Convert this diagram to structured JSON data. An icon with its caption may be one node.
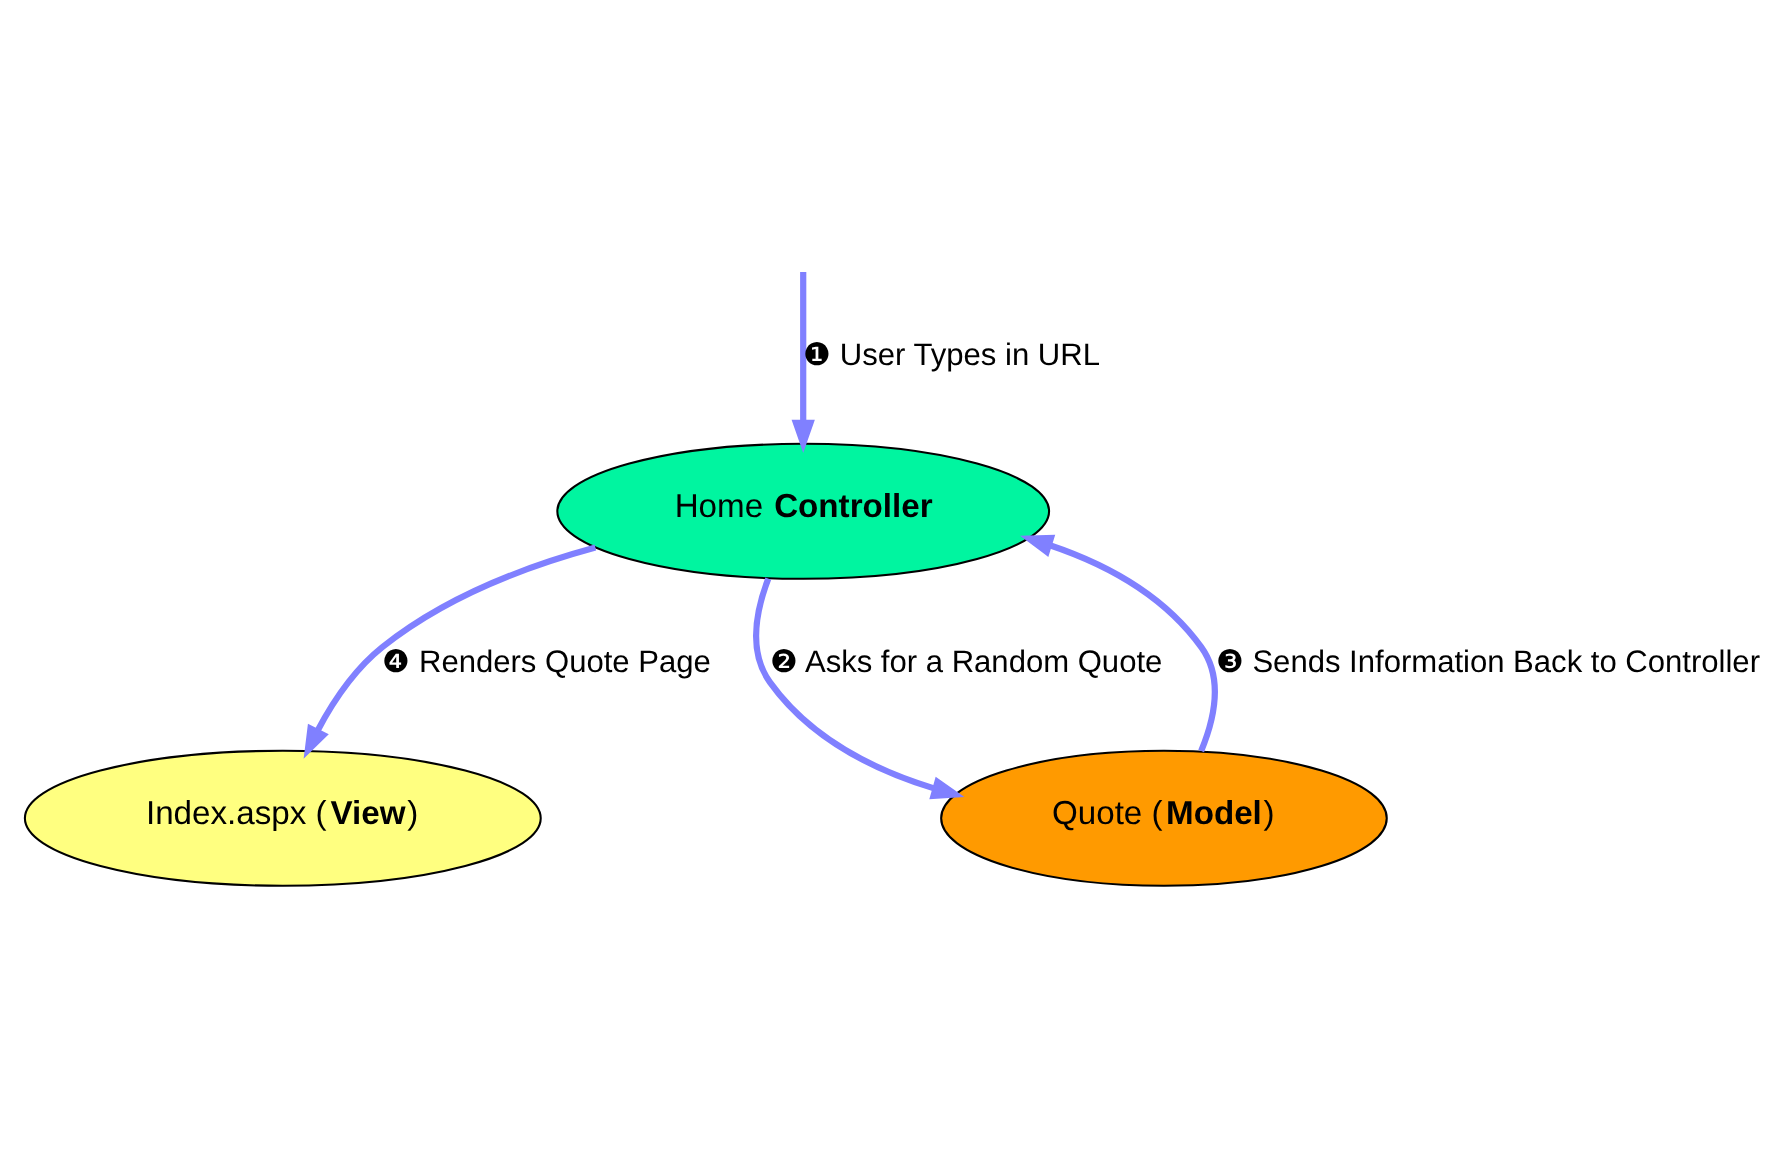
{
  "diagram": {
    "nodes": [
      {
        "text": [
          "Index.aspx (**View**)"
        ]
      },
      {
        "text": [
          "Home **Controller**"
        ]
      },
      {
        "text": [
          "Quote (**Model**)"
        ]
      }
    ],
    "edges": [
      {
        "from": null,
        "to": 1,
        "arrow": "to",
        "label": "❶ User Types in URL"
      },
      {
        "from": 1,
        "to": 0,
        "arrow": "to",
        "label": "❹ Renders Quote Page"
      },
      {
        "from": 1,
        "to": 2,
        "arrow": "to",
        "label": "❷ Asks for a Random Quote"
      },
      {
        "from": 2,
        "to": 1,
        "arrow": "to",
        "label": "❸ Sends Information Back to Controller"
      }
    ]
  }
}
